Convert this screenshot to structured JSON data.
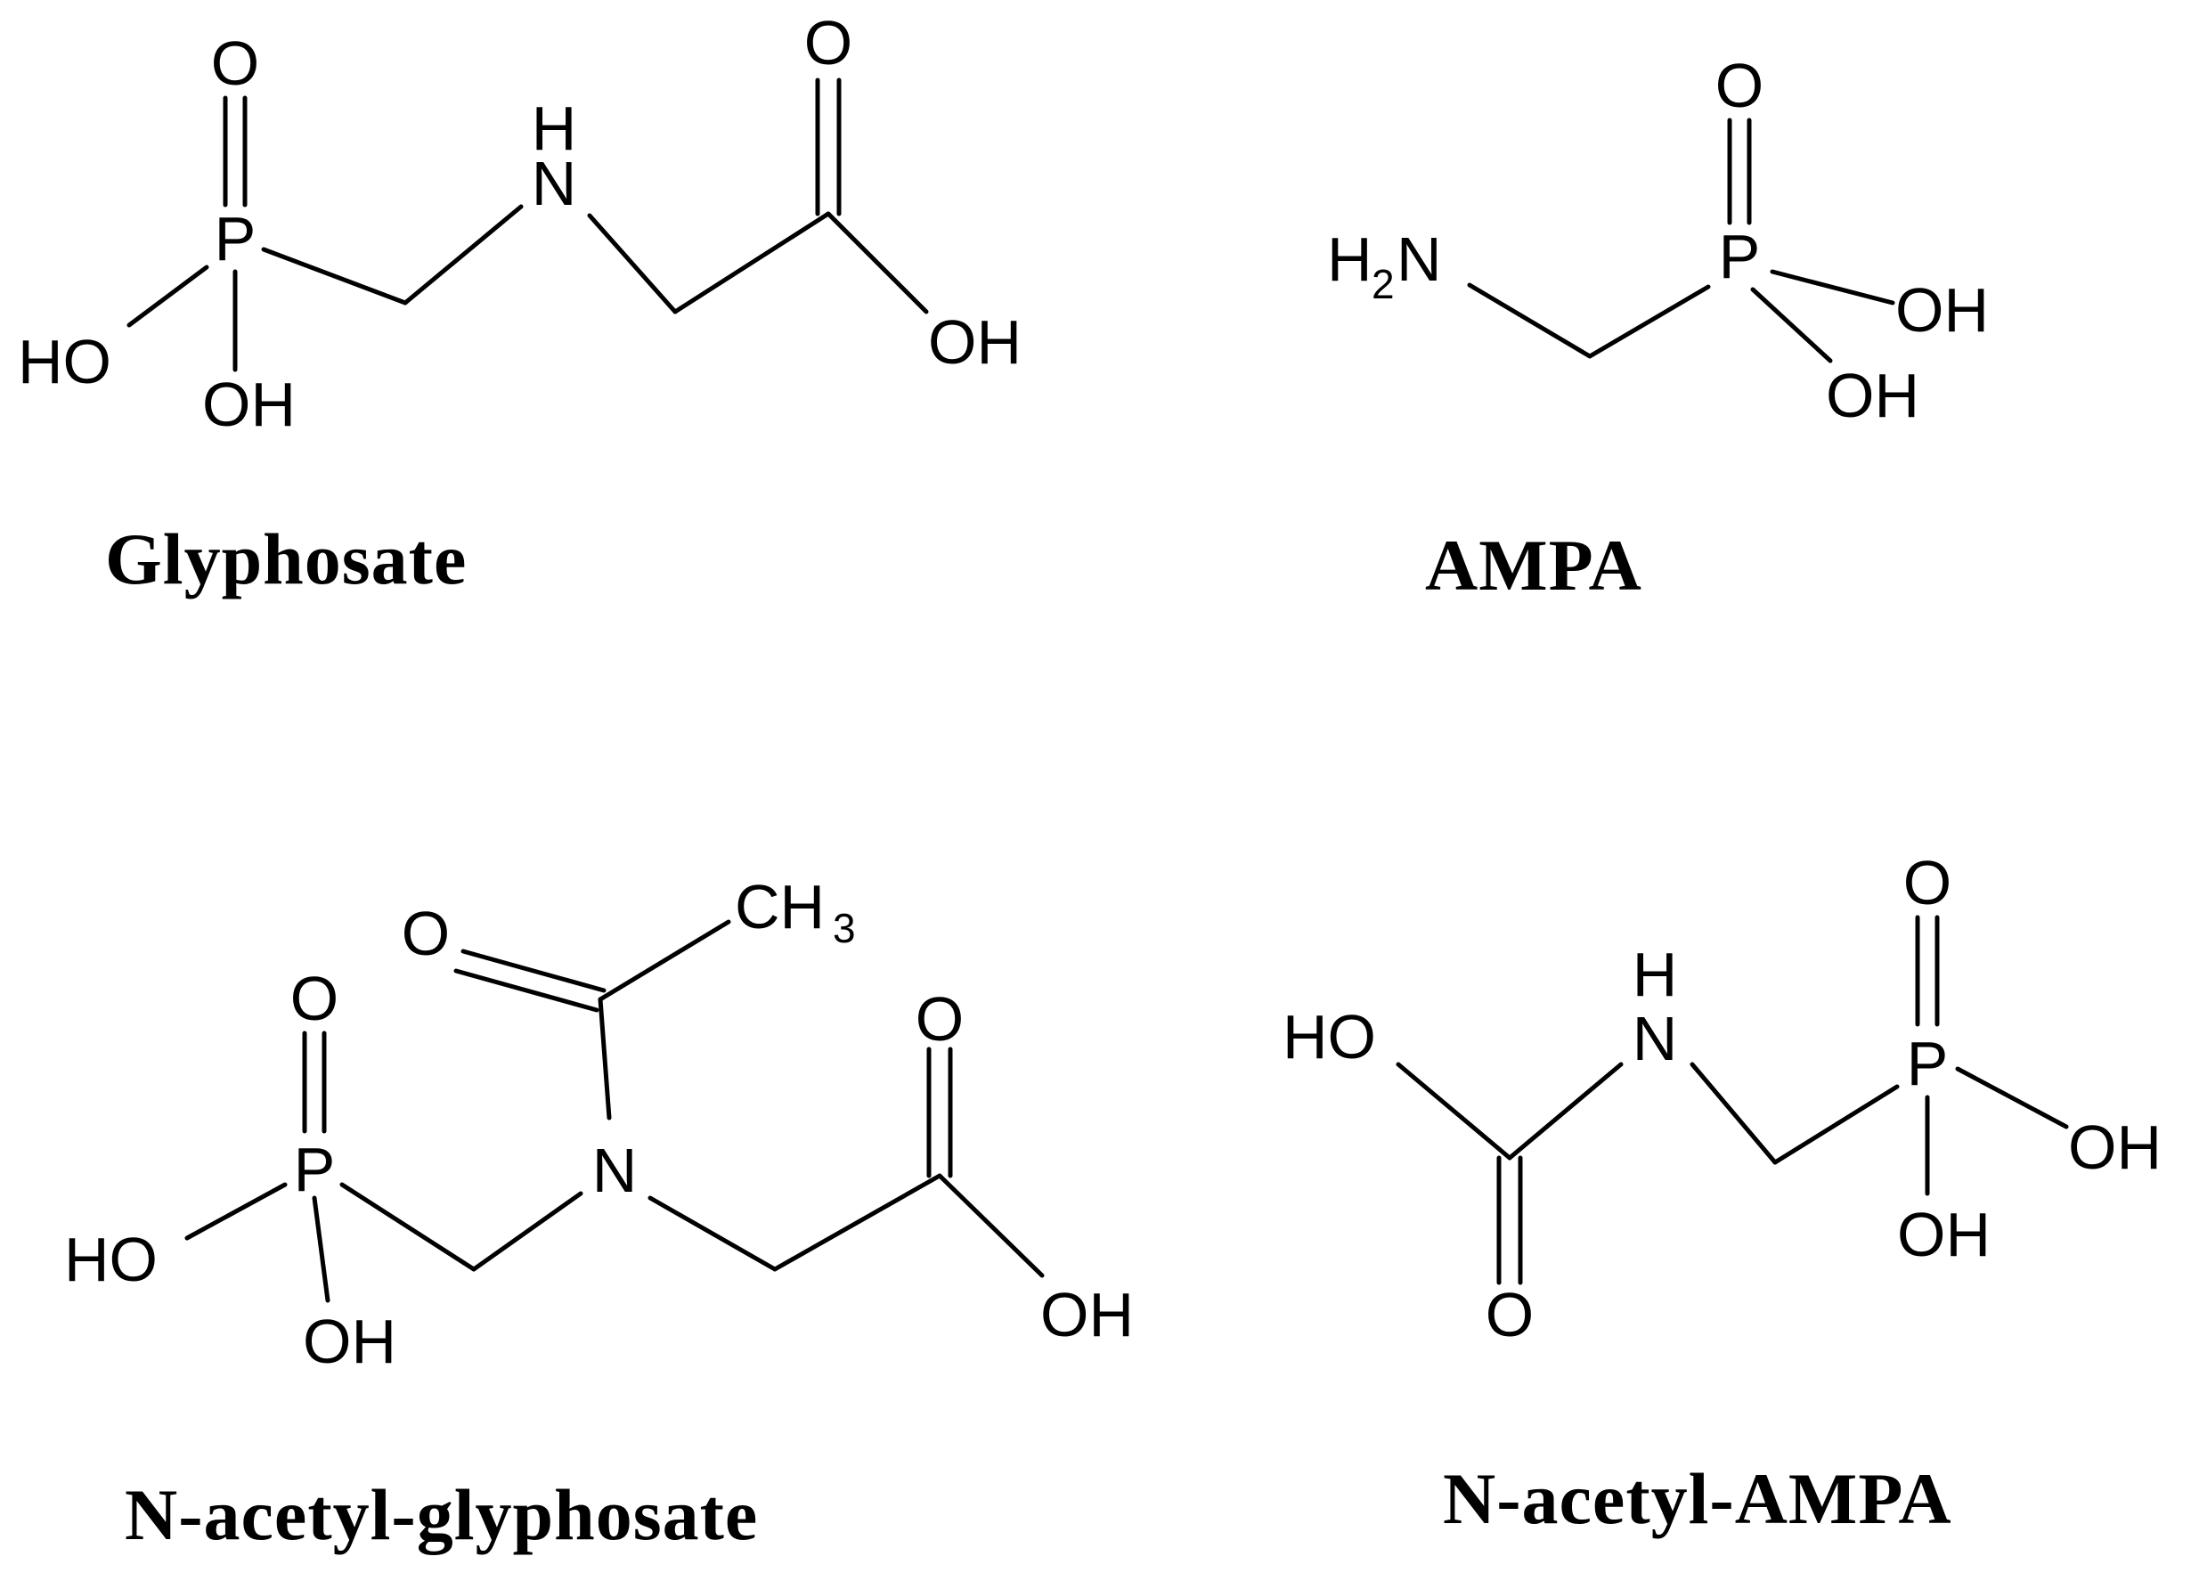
{
  "molecules": {
    "glyphosate": {
      "name": "Glyphosate",
      "atoms": {
        "o_p": "O",
        "p": "P",
        "ho": "HO",
        "oh_p": "OH",
        "nh_h": "H",
        "nh_n": "N",
        "o_c": "O",
        "oh_c": "OH"
      }
    },
    "ampa": {
      "name": "AMPA",
      "atoms": {
        "h2n_h": "H",
        "h2n_2": "2",
        "h2n_n": "N",
        "p": "P",
        "o_p": "O",
        "oh1": "OH",
        "oh2": "OH"
      }
    },
    "n_acetyl_glyphosate": {
      "name": "N-acetyl-glyphosate",
      "atoms": {
        "o_ac": "O",
        "ch3": "CH",
        "ch3_sub": "3",
        "o_p": "O",
        "p": "P",
        "ho": "HO",
        "oh_p": "OH",
        "n": "N",
        "o_c": "O",
        "oh_c": "OH"
      }
    },
    "n_acetyl_ampa": {
      "name": "N-acetyl-AMPA",
      "atoms": {
        "ho": "HO",
        "nh_h": "H",
        "nh_n": "N",
        "o_p": "O",
        "p": "P",
        "oh1": "OH",
        "oh2": "OH",
        "o_c": "O"
      }
    }
  }
}
